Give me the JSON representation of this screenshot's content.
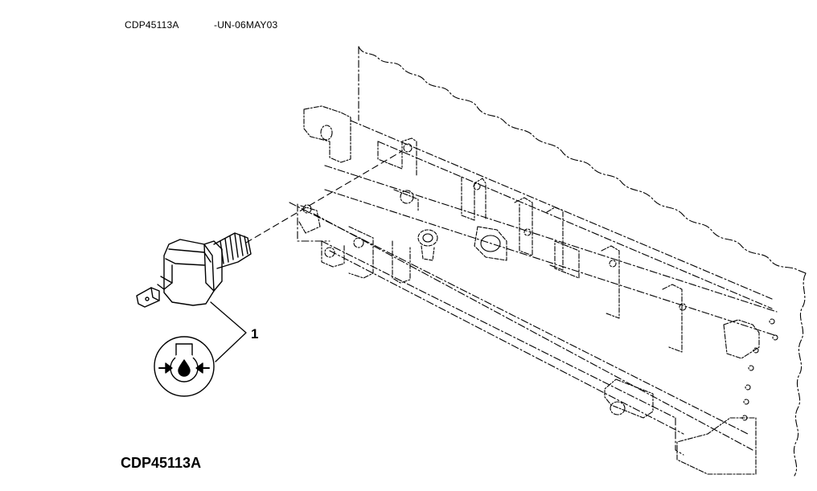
{
  "header": {
    "figure_code": "CDP45113A",
    "date_code": "-UN-06MAY03"
  },
  "callout": {
    "number": "1"
  },
  "caption": {
    "figure_label": "CDP45113A"
  },
  "colors": {
    "line": "#000000",
    "background": "#ffffff"
  },
  "icons": {
    "oil_pressure_symbol": "oil-pressure-symbol-icon"
  }
}
